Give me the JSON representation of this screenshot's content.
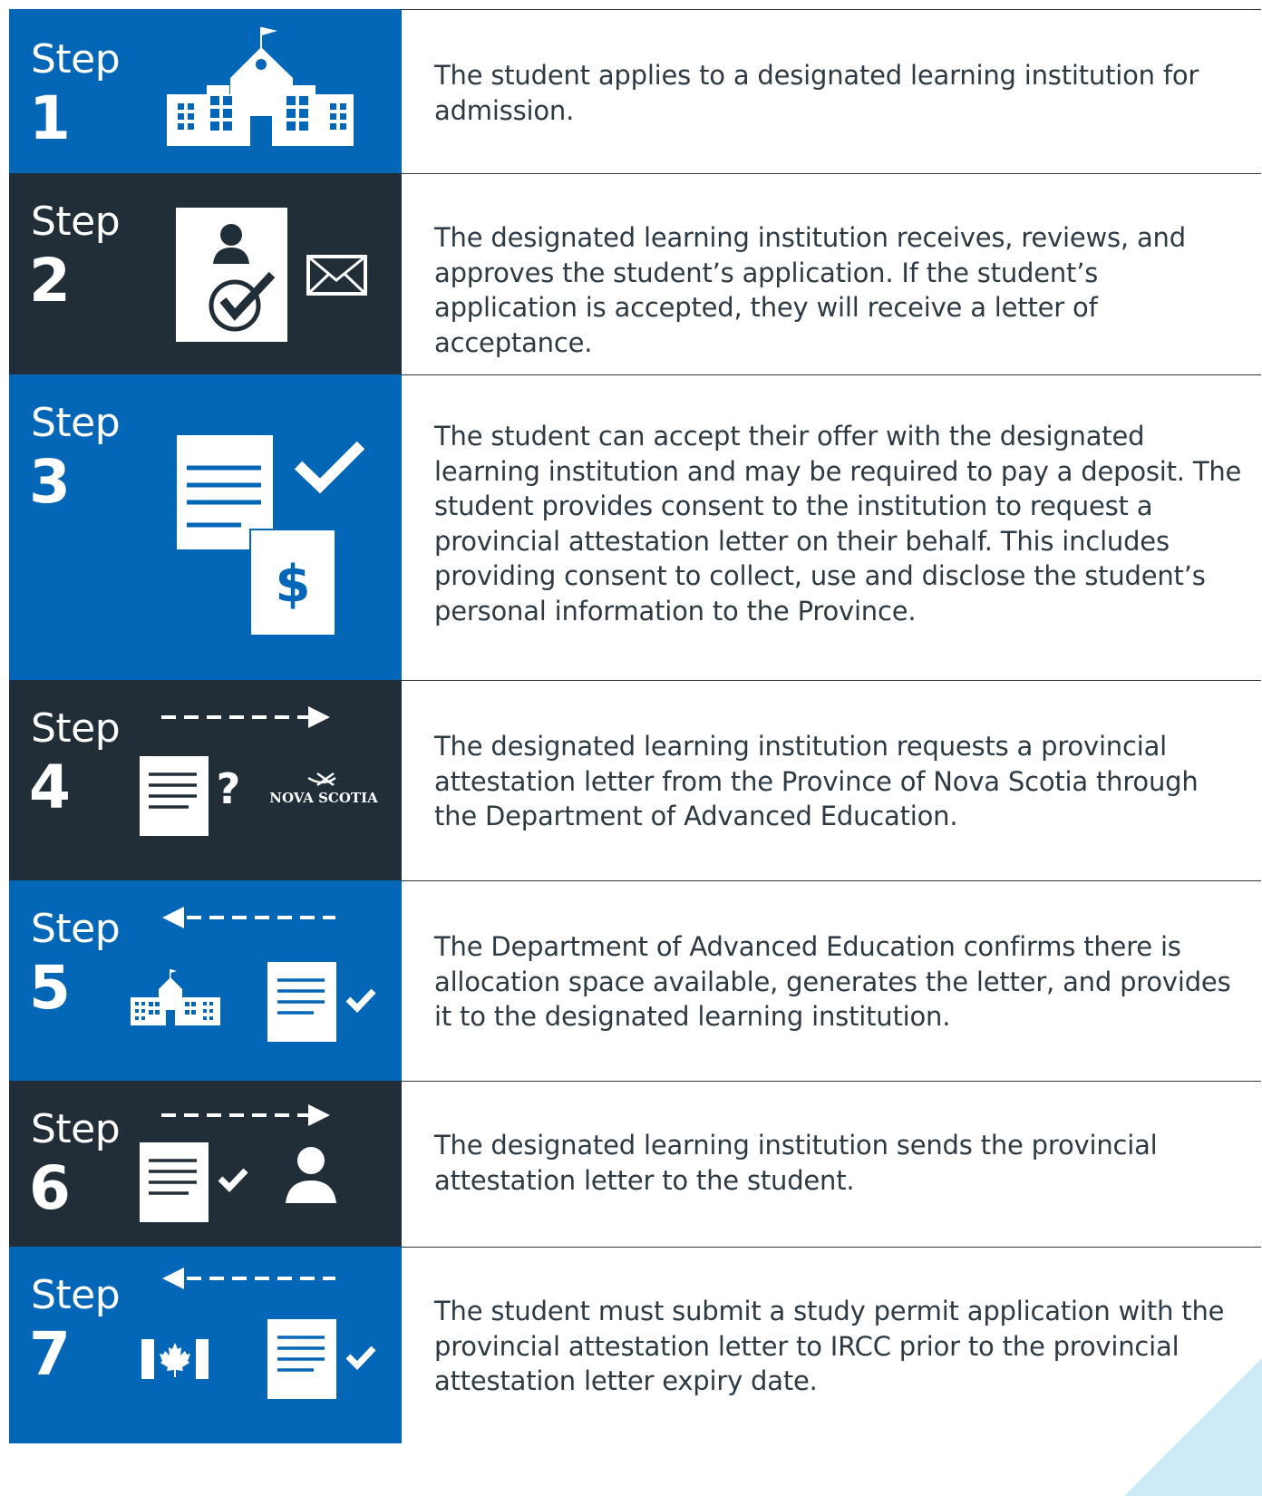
{
  "steps": [
    {
      "label": "Step",
      "number": "1",
      "text": "The student applies to a designated learning institution for admission.",
      "icon": "school-building-icon"
    },
    {
      "label": "Step",
      "number": "2",
      "text": "The designated learning institution receives, reviews, and approves the student’s application. If the student’s application is accepted, they will receive a letter of acceptance.",
      "icon": "approved-application-icon"
    },
    {
      "label": "Step",
      "number": "3",
      "text": "The student can accept their offer with the designated learning institution and may be required to pay a deposit. The student provides consent to the institution to request a provincial attestation letter on their behalf. This includes providing consent to collect, use and disclose the student’s personal information to the Province.",
      "icon": "document-deposit-icon"
    },
    {
      "label": "Step",
      "number": "4",
      "text": "The designated learning institution requests a provincial attestation letter from the Province of Nova Scotia through the Department of Advanced Education.",
      "icon": "request-letter-icon",
      "logo_text": "NOVA SCOTIA"
    },
    {
      "label": "Step",
      "number": "5",
      "text": "The Department of Advanced Education confirms there is allocation space available, generates the letter, and provides it to the designated learning institution.",
      "icon": "letter-to-institution-icon"
    },
    {
      "label": "Step",
      "number": "6",
      "text": "The designated learning institution sends the provincial attestation letter to the student.",
      "icon": "letter-to-student-icon"
    },
    {
      "label": "Step",
      "number": "7",
      "text": "The student must submit a study permit application with the provincial attestation letter to IRCC prior to the provincial attestation letter expiry date.",
      "icon": "canada-permit-icon"
    }
  ],
  "colors": {
    "blue": "#0366b6",
    "dark": "#212e38",
    "text": "#2d3a44",
    "accent_light": "#cdebf7"
  }
}
